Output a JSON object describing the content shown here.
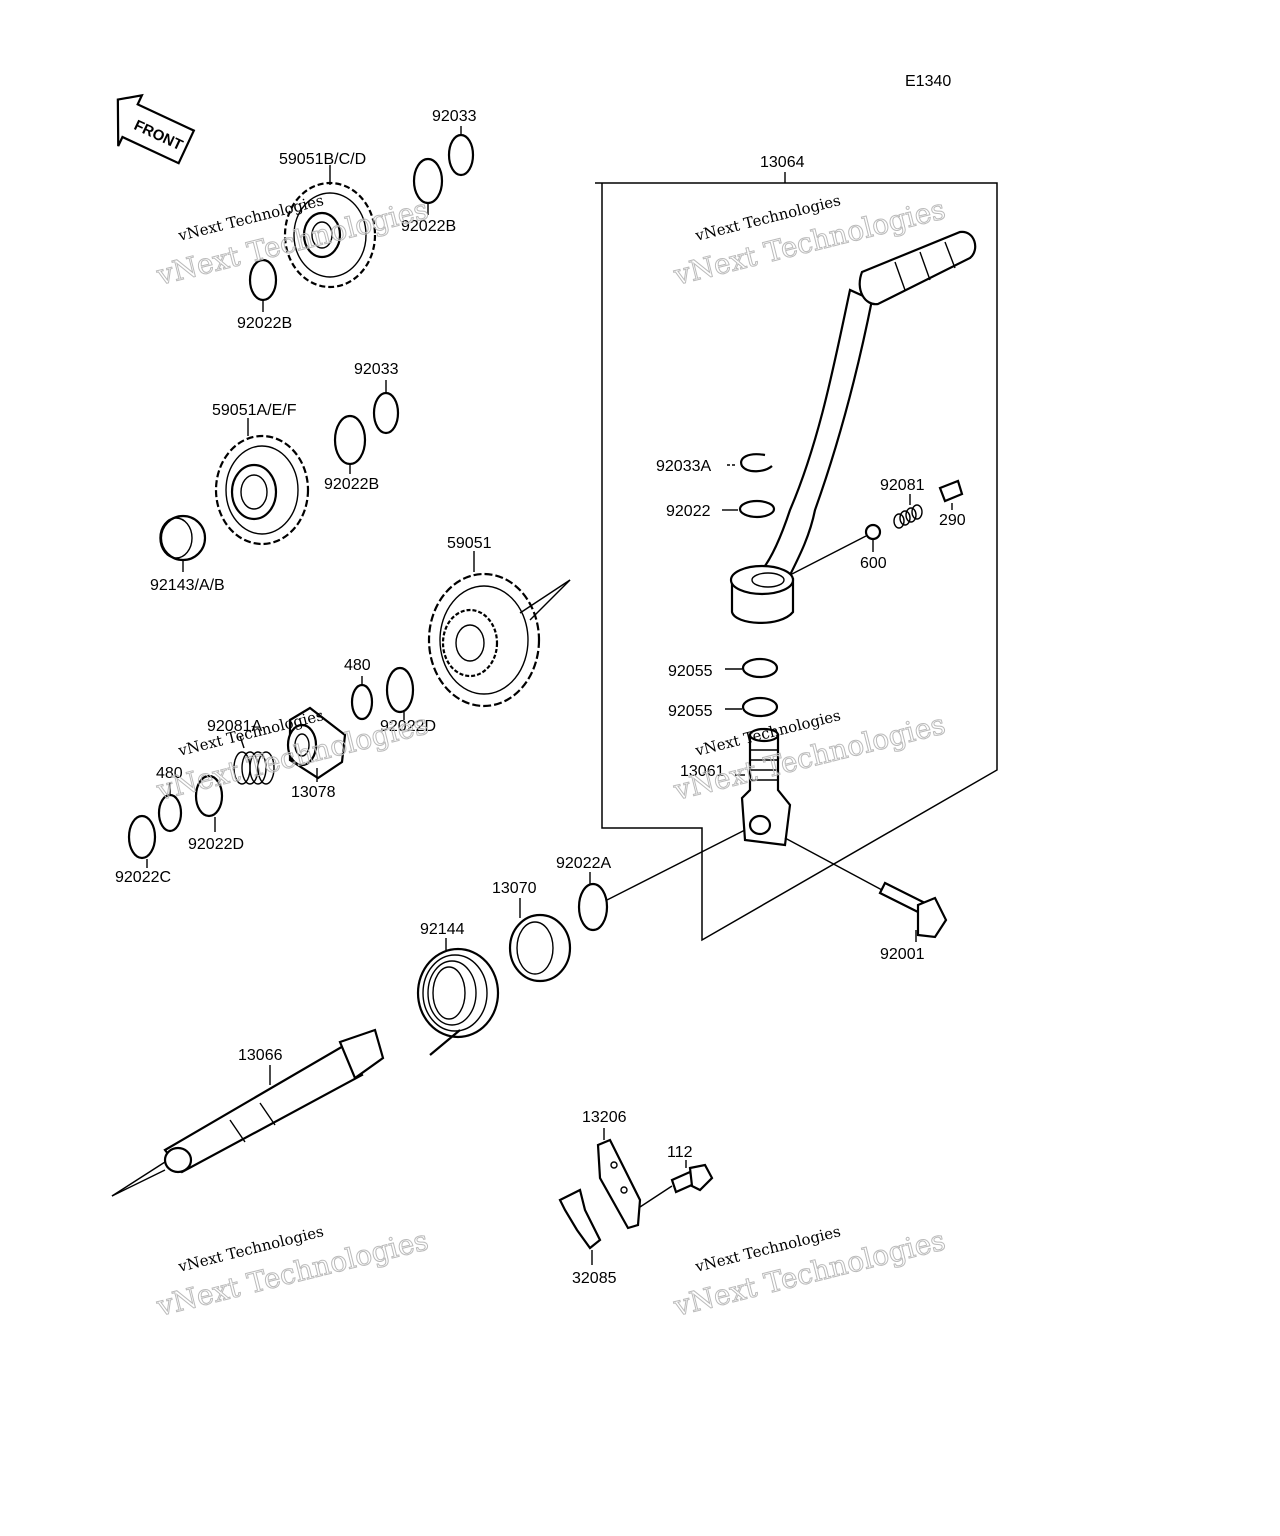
{
  "diagram_code": "E1340",
  "front_label": "FRONT",
  "labels": {
    "p59051BCD": "59051B/C/D",
    "p92033_top": "92033",
    "p92022B_a": "92022B",
    "p92022B_b": "92022B",
    "p92033_mid": "92033",
    "p59051AEF": "59051A/E/F",
    "p92022B_c": "92022B",
    "p92143": "92143/A/B",
    "p59051": "59051",
    "p480_a": "480",
    "p92022D_a": "92022D",
    "p92081A": "92081A",
    "p13078": "13078",
    "p480_b": "480",
    "p92022D_b": "92022D",
    "p92022C": "92022C",
    "p13064": "13064",
    "p92033A": "92033A",
    "p92022": "92022",
    "p92081": "92081",
    "p290": "290",
    "p600": "600",
    "p92055_a": "92055",
    "p92055_b": "92055",
    "p13061": "13061",
    "p92022A": "92022A",
    "p13070": "13070",
    "p92144": "92144",
    "p92001": "92001",
    "p13066": "13066",
    "p13206": "13206",
    "p112": "112",
    "p32085": "32085"
  },
  "watermarks": [
    {
      "line1": "vNext Technologies",
      "line2": "vNext Technologies"
    },
    {
      "line1": "vNext Technologies",
      "line2": "vNext Technologies"
    },
    {
      "line1": "vNext Technologies",
      "line2": "vNext Technologies"
    },
    {
      "line1": "vNext Technologies",
      "line2": "vNext Technologies"
    },
    {
      "line1": "vNext Technologies",
      "line2": "vNext Technologies"
    },
    {
      "line1": "vNext Technologies",
      "line2": "vNext Technologies"
    }
  ]
}
